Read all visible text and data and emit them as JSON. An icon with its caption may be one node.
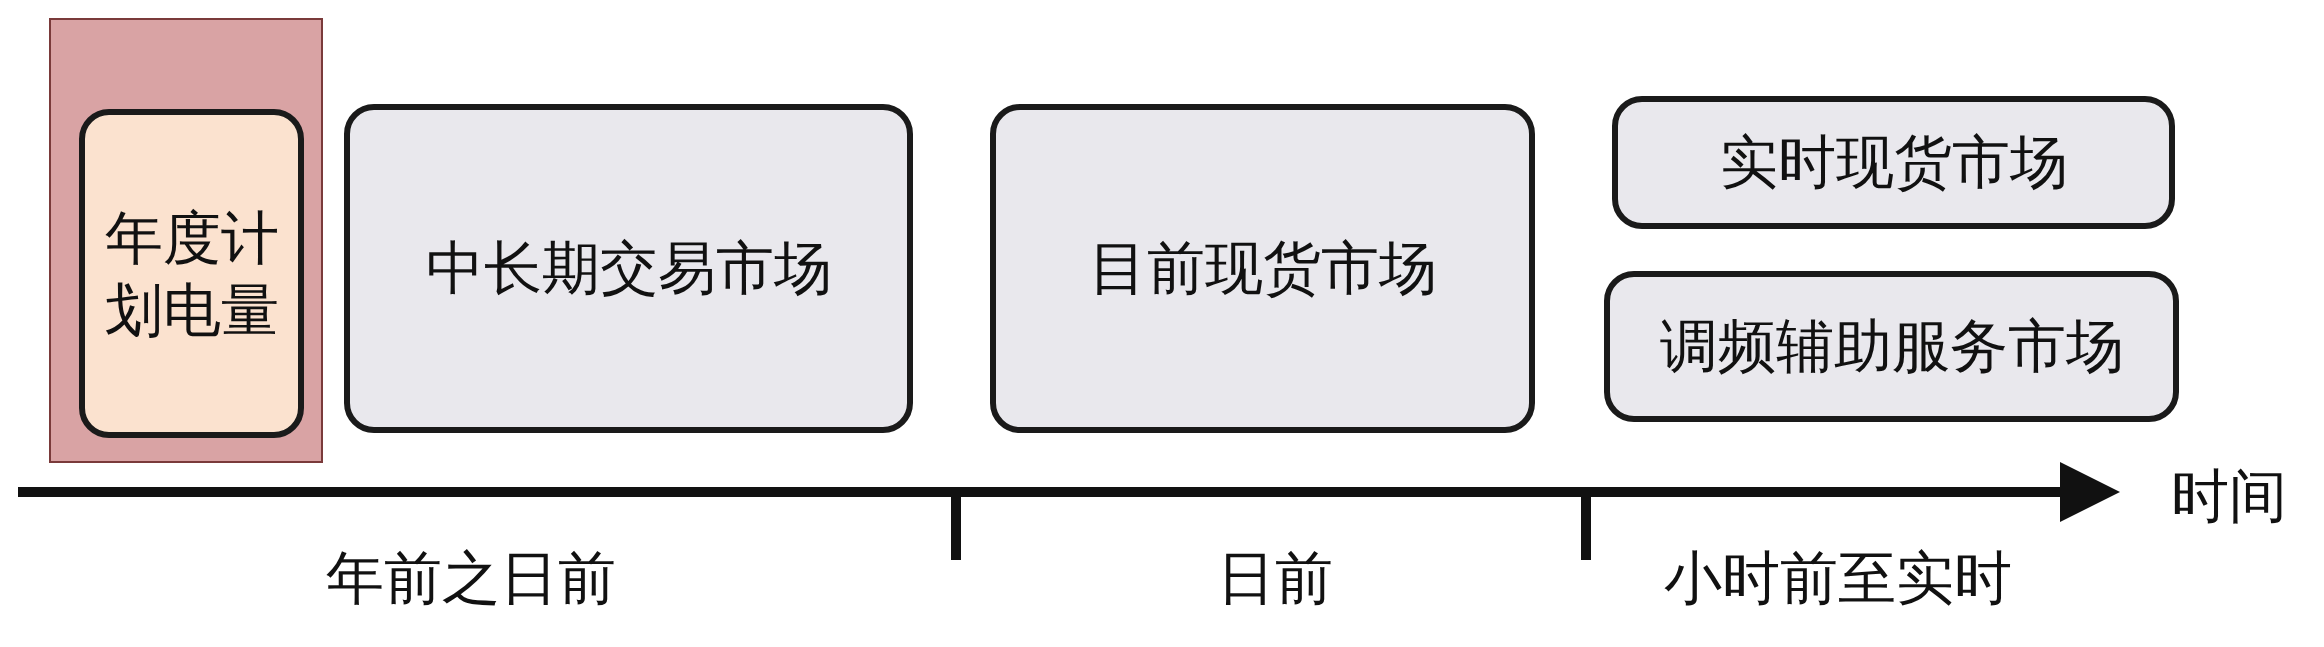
{
  "diagram": {
    "nodes": [
      {
        "text": [],
        "shape": "box"
      },
      {
        "text": [
          "年度计划电量"
        ],
        "in": 0
      },
      {
        "text": [
          "中长期交易市场"
        ]
      },
      {
        "text": [
          "目前现货市场"
        ]
      },
      {
        "text": [
          "实时现货市场"
        ]
      },
      {
        "text": [
          "调频辅助服务市场"
        ]
      }
    ],
    "edges": [],
    "labels": [
      "时间",
      "年前之日前",
      "日前",
      "小时前至实时"
    ]
  }
}
